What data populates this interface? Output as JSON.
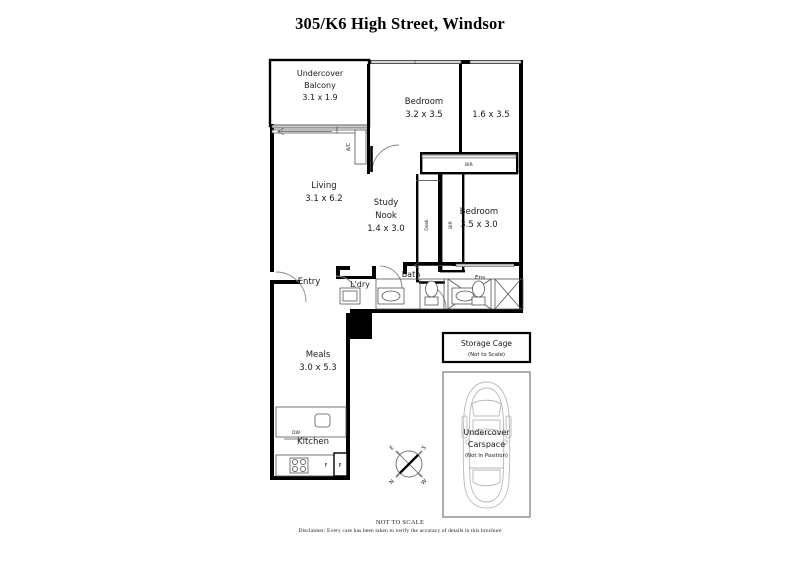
{
  "title": "305/K6 High Street, Windsor",
  "footer": {
    "not_to_scale": "NOT TO SCALE",
    "disclaimer": "Disclaimer: Every care has been taken to verify the accuracy of details in this brochure"
  },
  "rooms": {
    "balcony": {
      "name_line1": "Undercover",
      "name_line2": "Balcony",
      "dims": "3.1 x 1.9"
    },
    "bedroom_main": {
      "name": "Bedroom",
      "dims": "3.2 x 3.5"
    },
    "alcove": {
      "dims": "1.6 x 3.5"
    },
    "living": {
      "name": "Living",
      "dims": "3.1 x 6.2"
    },
    "study_nook": {
      "name_line1": "Study",
      "name_line2": "Nook",
      "dims": "1.4 x 3.0"
    },
    "bedroom_second": {
      "name": "Bedroom",
      "dims": "3.5 x 3.0"
    },
    "meals": {
      "name": "Meals",
      "dims": "3.0 x 5.3"
    },
    "kitchen": {
      "name": "Kitchen"
    },
    "entry": {
      "name": "Entry"
    },
    "laundry": {
      "name": "L'dry"
    },
    "bath": {
      "name": "Bath"
    },
    "ensuite": {
      "name": "Ens"
    }
  },
  "fixtures": {
    "ac": "A/C",
    "desk": "Desk",
    "bir_top": "BIR",
    "bir_side": "BIR",
    "dishwasher": "DW",
    "fridge": "F",
    "pantry": "P"
  },
  "storage_cage": {
    "title": "Storage Cage",
    "subtitle": "(Not to Scale)"
  },
  "carspace": {
    "line1": "Undercover",
    "line2": "Carspace",
    "subtitle": "(Not In Position)"
  },
  "compass": {
    "n": "N",
    "e": "E",
    "s": "S",
    "w": "W"
  },
  "colors": {
    "wall": "#000000",
    "thin_line": "#1a1a1a",
    "fixture_outline": "#555555",
    "car_outline": "#aaaaaa",
    "text": "#1a1a1a"
  }
}
